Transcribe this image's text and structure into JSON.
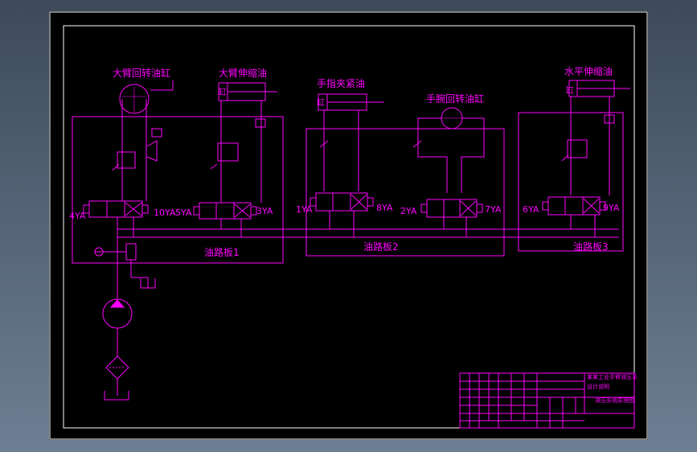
{
  "colors": {
    "background": "#000000",
    "frame": "#ffffff",
    "line": "#ff00ff",
    "viewport_backdrop": "#5a6a7e"
  },
  "components": {
    "big_arm_rotary_cylinder": "大臂回转油缸",
    "big_arm_telescopic_cylinder_a": "大臂伸缩油",
    "big_arm_telescopic_cylinder_b": "缸",
    "finger_clamp_cylinder_a": "手指夹紧油",
    "finger_clamp_cylinder_b": "缸",
    "wrist_rotary_cylinder": "手腕回转油缸",
    "horizontal_telescopic_cylinder_a": "水平伸缩油",
    "horizontal_telescopic_cylinder_b": "缸"
  },
  "manifolds": {
    "block1": "油路板1",
    "block2": "油路板2",
    "block3": "油路板3"
  },
  "solenoids": [
    "4YA",
    "10YA",
    "5YA",
    "3YA",
    "1YA",
    "8YA",
    "2YA",
    "7YA",
    "6YA",
    "9YA"
  ],
  "title_block": {
    "project_a": "某某工业手臂液压系",
    "project_b": "设计说明",
    "drawing_name": "液压系统原理图"
  }
}
